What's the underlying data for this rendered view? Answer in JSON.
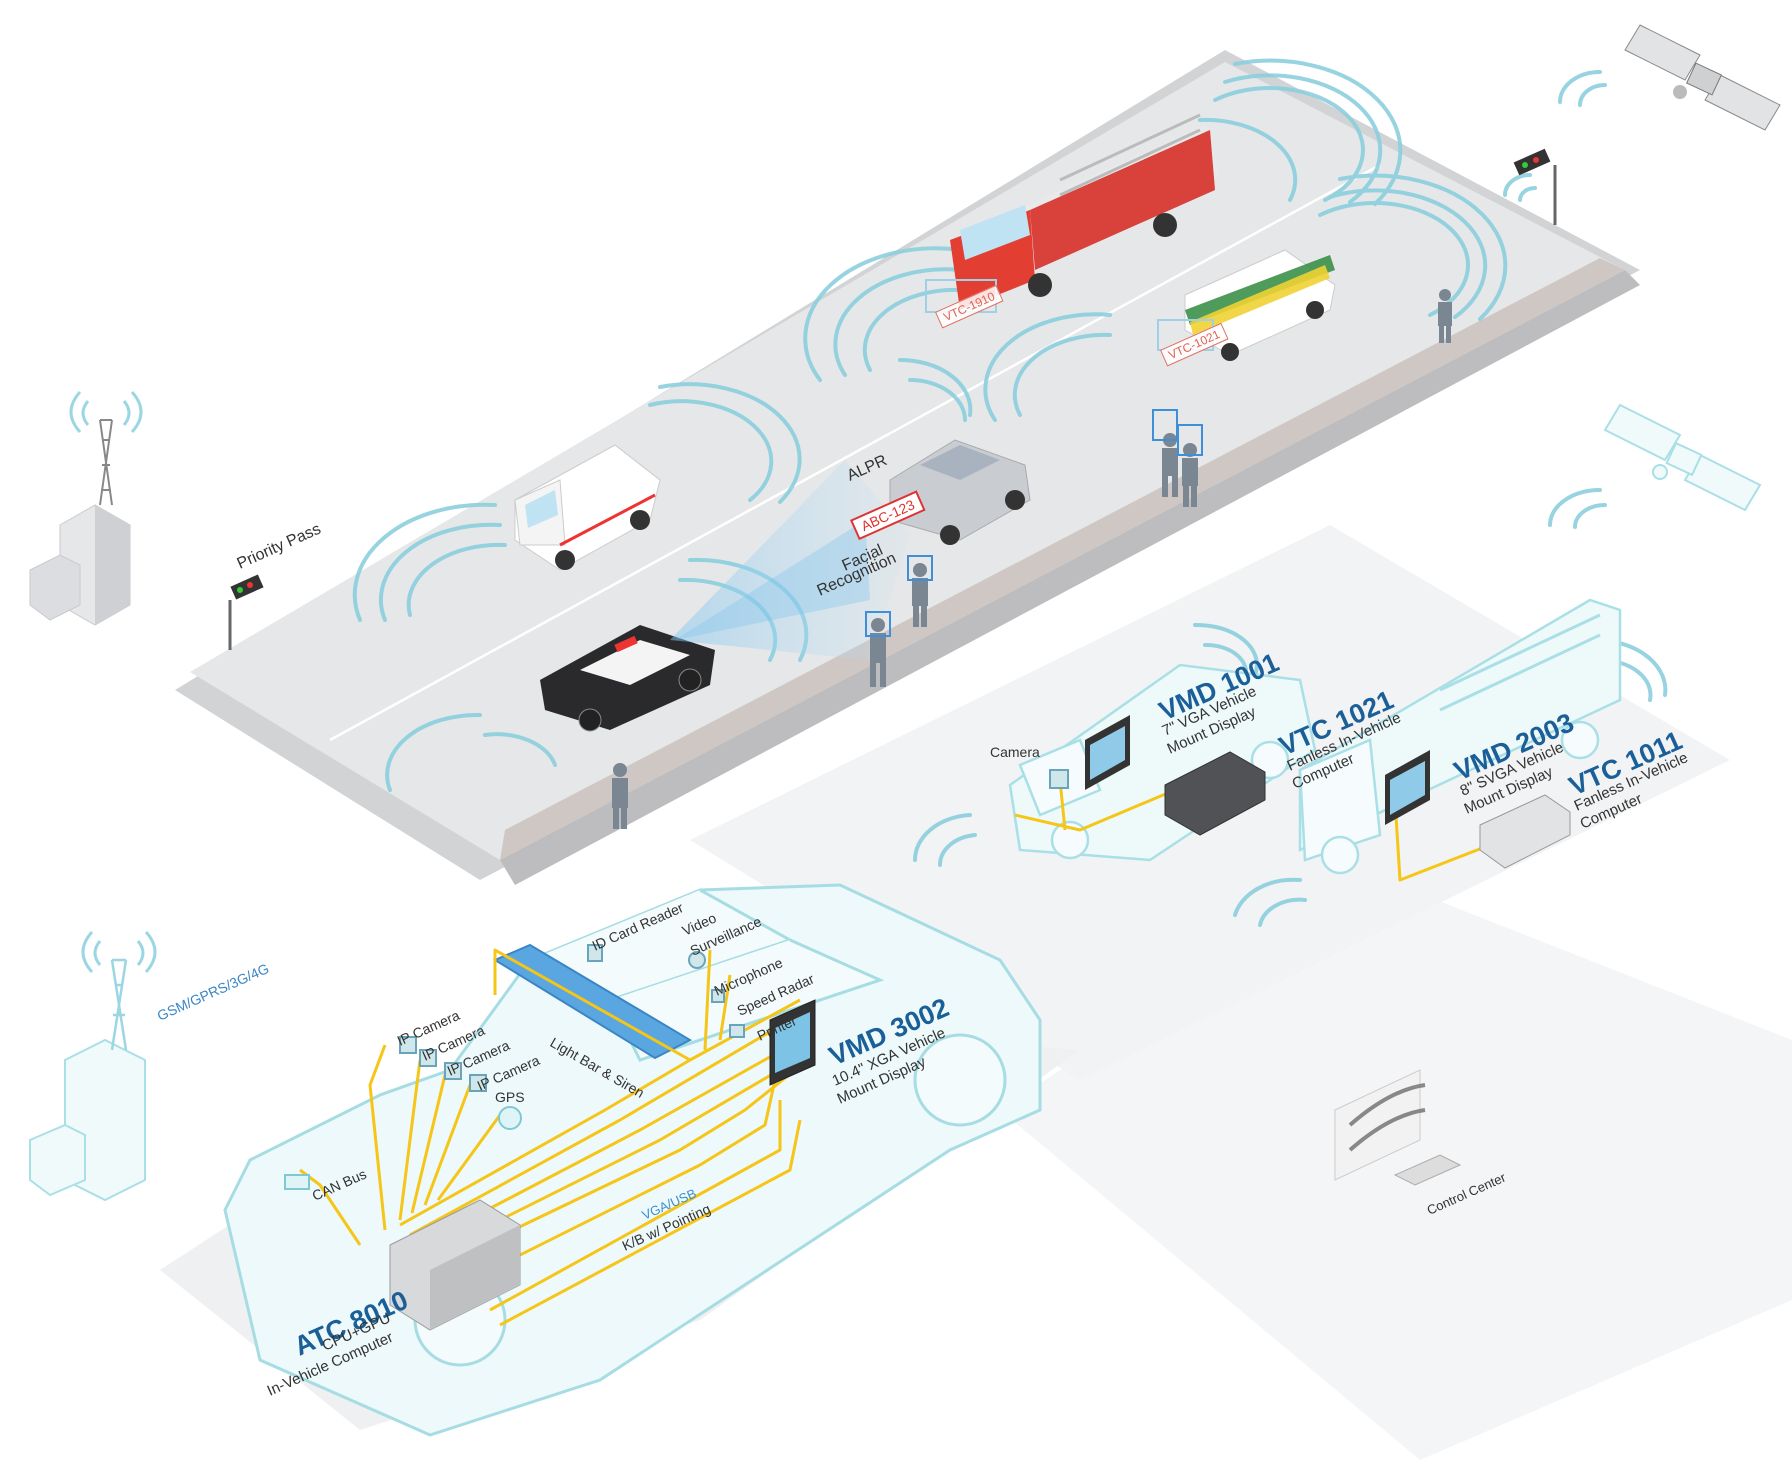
{
  "road": {
    "priority_pass": "Priority Pass",
    "alpr": "ALPR",
    "plate": "ABC-123",
    "facial_recognition": [
      "Facial",
      "Recognition"
    ],
    "vehicle_tags": [
      "VTC-1910",
      "VTC-1021"
    ]
  },
  "network": {
    "gsm": "GSM/GPRS/3G/4G",
    "control_center": "Control Center"
  },
  "van": {
    "camera": "Camera",
    "display": {
      "model": "VMD 1001",
      "desc": [
        "7\" VGA Vehicle",
        "Mount Display"
      ]
    },
    "computer": {
      "model": "VTC 1021",
      "desc": [
        "Fanless In-Vehicle",
        "Computer"
      ]
    }
  },
  "truck": {
    "display": {
      "model": "VMD 2003",
      "desc": [
        "8\" SVGA Vehicle",
        "Mount Display"
      ]
    },
    "computer": {
      "model": "VTC 1011",
      "desc": [
        "Fanless In-Vehicle",
        "Computer"
      ]
    }
  },
  "car": {
    "id_card_reader": "ID Card Reader",
    "video_surveillance": [
      "Video",
      "Surveillance"
    ],
    "microphone": "Microphone",
    "speed_radar": "Speed Radar",
    "printer": "Printer",
    "ip_cameras": [
      "IP Camera",
      "IP Camera",
      "IP Camera",
      "IP Camera"
    ],
    "light_bar": "Light Bar & Siren",
    "gps": "GPS",
    "can_bus": "CAN Bus",
    "vga_usb": "VGA/USB",
    "kb_pointing": "K/B w/ Pointing",
    "display": {
      "model": "VMD 3002",
      "desc": [
        "10.4\" XGA Vehicle",
        "Mount Display"
      ]
    },
    "computer": {
      "model": "ATC 8010",
      "desc": [
        "CPU+GPU",
        "In-Vehicle Computer"
      ]
    }
  },
  "colors": {
    "accent": "#1b5f98",
    "cable": "#f5c518",
    "wifi": "#7cc8d8",
    "ghost": "#bfe6ea",
    "road": "#e3e4e6"
  }
}
